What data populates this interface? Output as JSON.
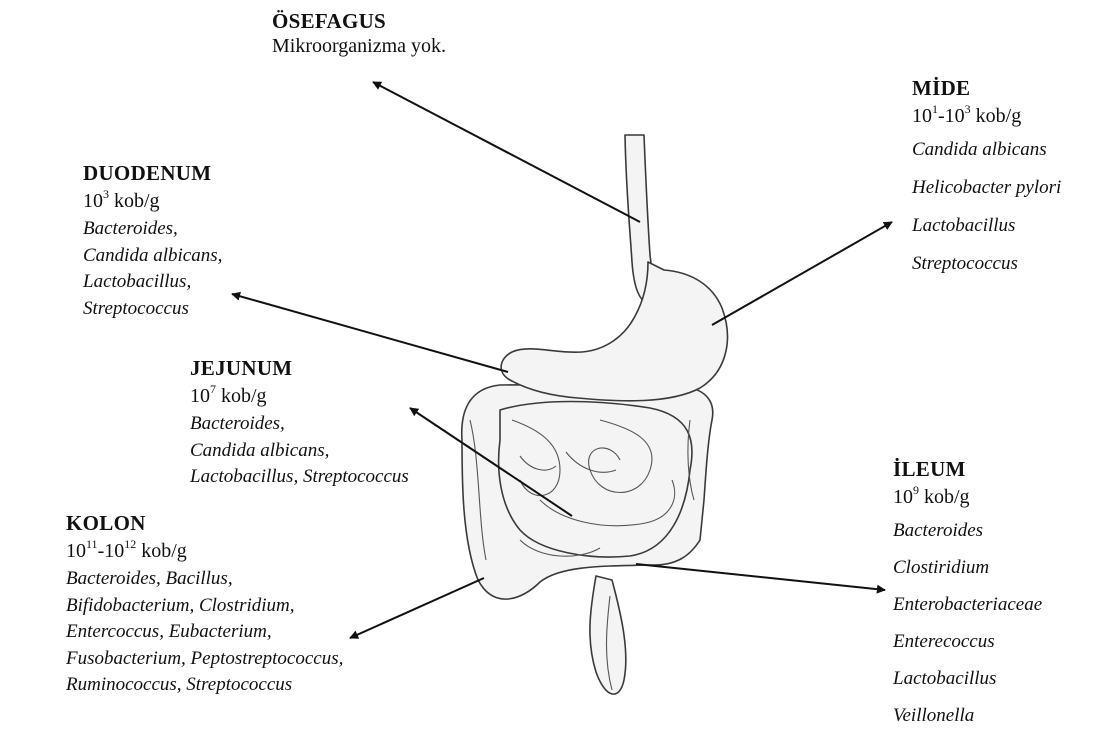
{
  "organs": {
    "esophagus": {
      "title": "ÖSEFAGUS",
      "note": "Mikroorganizma yok."
    },
    "stomach": {
      "title": "MİDE",
      "count": {
        "a": "10",
        "a_exp": "1",
        "dash": "-",
        "b": "10",
        "b_exp": "3",
        "unit": "kob/g"
      },
      "organisms": [
        "Candida albicans",
        "Helicobacter pylori",
        "Lactobacillus",
        "Streptococcus"
      ]
    },
    "duodenum": {
      "title": "DUODENUM",
      "count": {
        "a": "10",
        "a_exp": "3",
        "unit": "kob/g"
      },
      "organisms": [
        "Bacteroides,",
        "Candida albicans,",
        "Lactobacillus,",
        "Streptococcus"
      ]
    },
    "jejunum": {
      "title": "JEJUNUM",
      "count": {
        "a": "10",
        "a_exp": "7",
        "unit": "kob/g"
      },
      "organisms": [
        "Bacteroides,",
        "Candida albicans,",
        "Lactobacillus, Streptococcus"
      ]
    },
    "ileum": {
      "title": "İLEUM",
      "count": {
        "a": "10",
        "a_exp": "9",
        "unit": "kob/g"
      },
      "organisms": [
        "Bacteroides",
        "Clostiridium",
        "Enterobacteriaceae",
        "Enterecoccus",
        "Lactobacillus",
        "Veillonella"
      ]
    },
    "colon": {
      "title": "KOLON",
      "count": {
        "a": "10",
        "a_exp": "11",
        "dash": "-",
        "b": "10",
        "b_exp": "12",
        "unit": "kob/g"
      },
      "organisms": [
        "Bacteroides, Bacillus,",
        "Bifidobacterium, Clostridium,",
        "Entercoccus, Eubacterium,",
        "Fusobacterium, Peptostreptococcus,",
        "Ruminococcus, Streptococcus"
      ]
    }
  },
  "colors": {
    "ink": "#111111",
    "organ_fill": "#f4f4f4",
    "organ_line": "#3a3a3a"
  }
}
